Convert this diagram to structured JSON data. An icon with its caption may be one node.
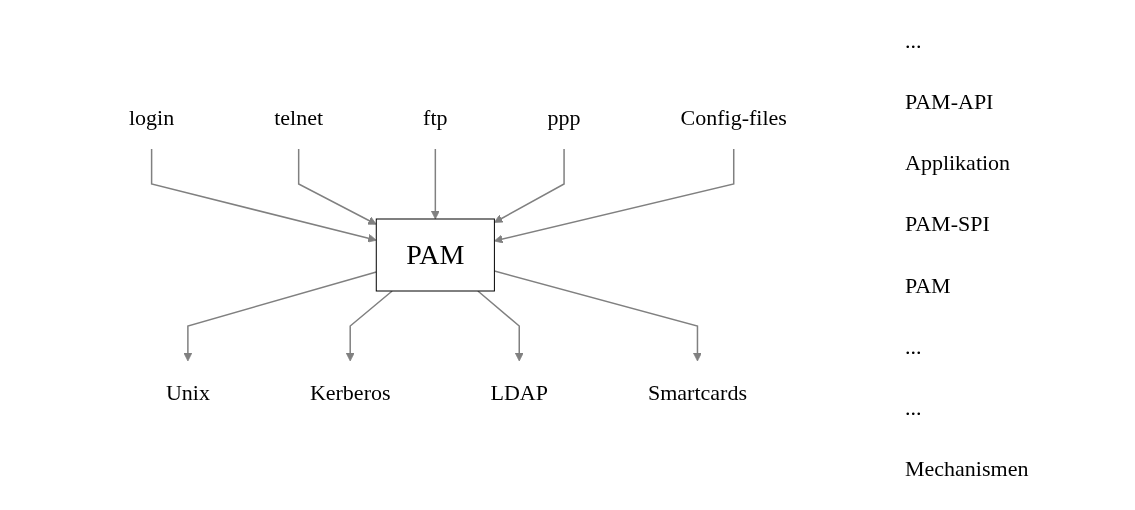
{
  "diagram": {
    "nodes": [
      {
        "text": [
          "login"
        ]
      },
      {
        "text": [
          "telnet"
        ]
      },
      {
        "text": [
          "ftp"
        ]
      },
      {
        "text": [
          "ppp"
        ]
      },
      {
        "text": [
          "Config-files"
        ]
      },
      {
        "text": [
          "PAM"
        ]
      },
      {
        "text": [
          "Unix"
        ]
      },
      {
        "text": [
          "Kerberos"
        ]
      },
      {
        "text": [
          "LDAP"
        ]
      },
      {
        "text": [
          "Smartcards"
        ]
      }
    ],
    "edges": [
      {
        "from": 0,
        "to": 5,
        "arrow": "to"
      },
      {
        "from": 1,
        "to": 5,
        "arrow": "to"
      },
      {
        "from": 2,
        "to": 5,
        "arrow": "to"
      },
      {
        "from": 3,
        "to": 5,
        "arrow": "to"
      },
      {
        "from": 4,
        "to": 5,
        "arrow": "to"
      },
      {
        "from": 5,
        "to": 6,
        "arrow": "to"
      },
      {
        "from": 5,
        "to": 7,
        "arrow": "to"
      },
      {
        "from": 5,
        "to": 8,
        "arrow": "to"
      },
      {
        "from": 5,
        "to": 9,
        "arrow": "to"
      }
    ],
    "labels": [
      "...",
      "PAM-API",
      "Applikation",
      "PAM-SPI",
      "PAM",
      "...",
      "...",
      "Mechanismen"
    ]
  }
}
